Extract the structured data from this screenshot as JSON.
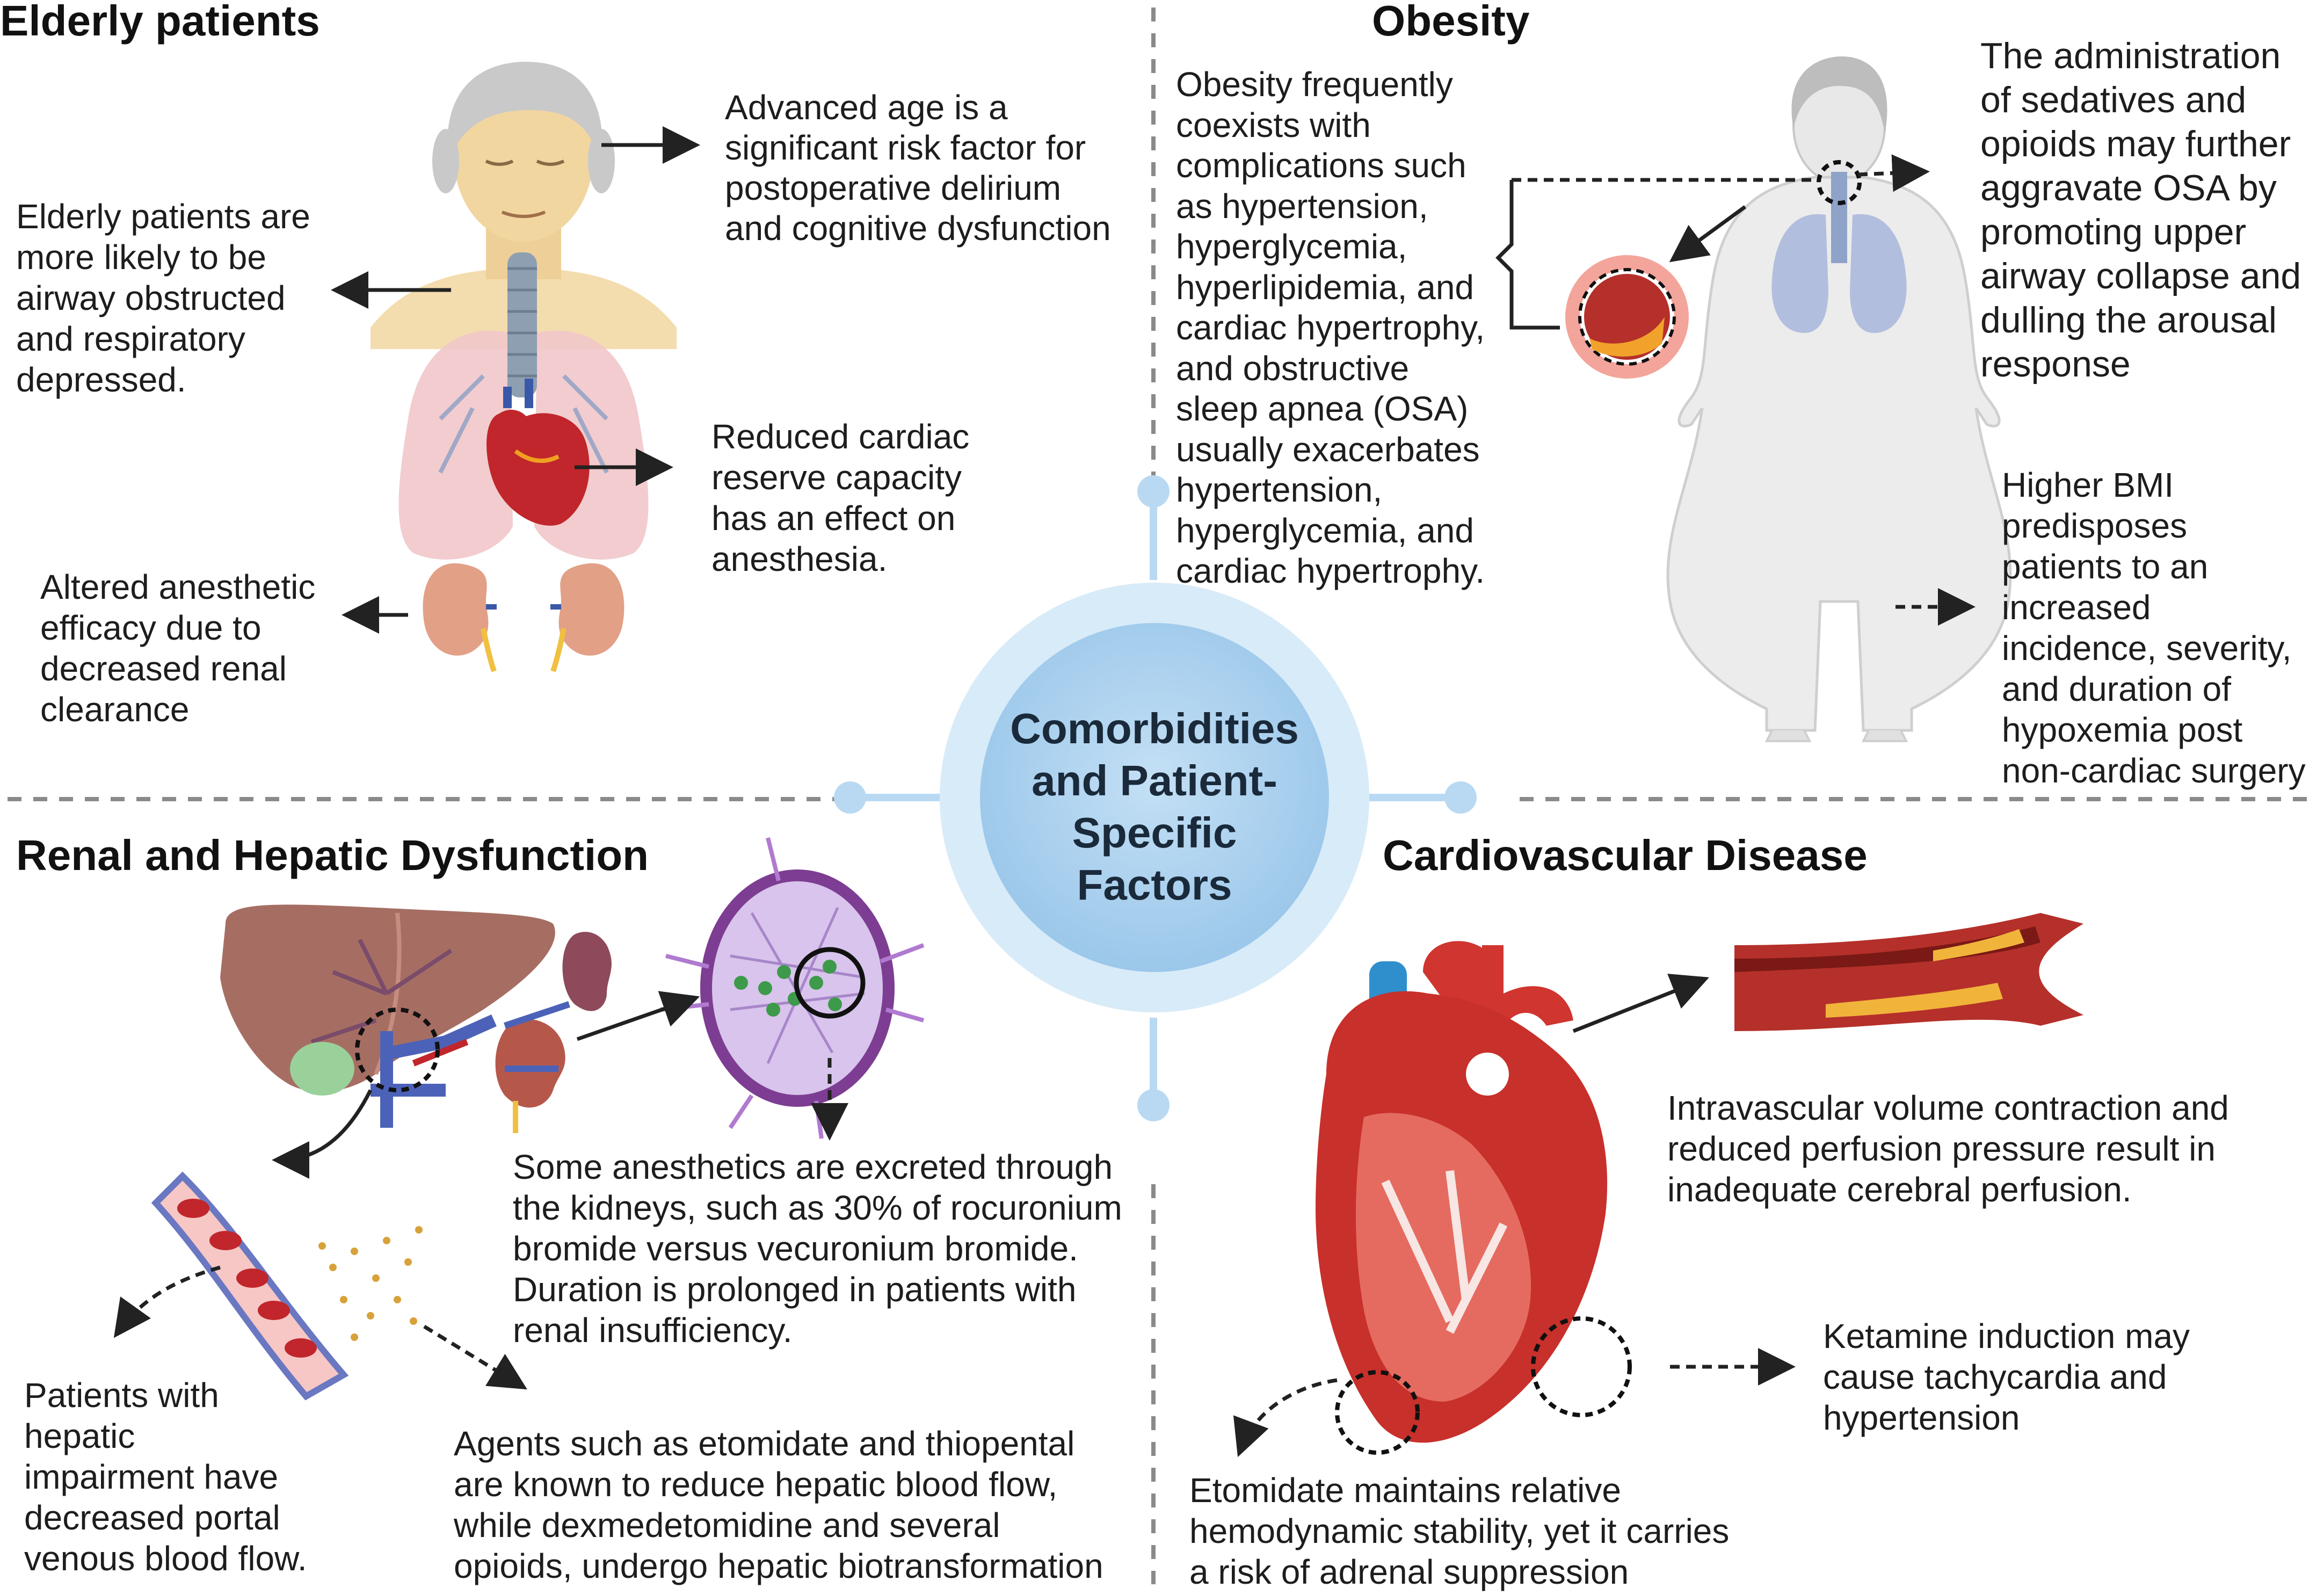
{
  "center": {
    "title": "Comorbidities\nand Patient-\nSpecific\nFactors"
  },
  "elderly": {
    "heading": "Elderly patients",
    "age_risk": "Advanced age is a\nsignificant risk factor for\npostoperative delirium\nand cognitive dysfunction",
    "airway": "Elderly patients are\nmore likely to be\nairway obstructed\nand respiratory\ndepressed.",
    "cardiac": "Reduced cardiac\nreserve capacity\nhas an effect on\nanesthesia.",
    "renal": "Altered anesthetic\nefficacy due to\ndecreased renal\nclearance"
  },
  "obesity": {
    "heading": "Obesity",
    "coexist": "Obesity frequently\ncoexists with\ncomplications such\nas hypertension,\nhyperglycemia,\nhyperlipidemia, and\ncardiac hypertrophy,\nand obstructive\nsleep apnea (OSA)\nusually exacerbates\nhypertension,\nhyperglycemia, and\ncardiac hypertrophy.",
    "sedatives": "The administration\nof sedatives and\nopioids may further\naggravate OSA by\npromoting upper\nairway collapse and\ndulling the arousal\nresponse",
    "bmi": "Higher BMI\npredisposes\npatients to an\nincreased\nincidence, severity,\nand duration of\nhypoxemia post\nnon-cardiac surgery"
  },
  "renal_hepatic": {
    "heading": "Renal and Hepatic Dysfunction",
    "kidneys": "Some anesthetics are excreted through\nthe kidneys, such as 30% of rocuronium\nbromide versus vecuronium bromide.\nDuration is prolonged in patients with\nrenal insufficiency.",
    "portal": "Patients with\nhepatic\nimpairment have\ndecreased portal\nvenous blood flow.",
    "agents": "Agents such as etomidate and thiopental\nare known to reduce hepatic blood flow,\nwhile dexmedetomidine and several\nopioids,  undergo hepatic biotransformation"
  },
  "cardiovascular": {
    "heading": "Cardiovascular Disease",
    "perfusion": "Intravascular volume contraction and\nreduced perfusion pressure result in\ninadequate cerebral perfusion.",
    "ketamine": "Ketamine induction may\ncause tachycardia and\nhypertension",
    "etomidate": "Etomidate maintains relative\nhemodynamic stability, yet it carries\na risk of adrenal suppression"
  },
  "colors": {
    "center_fill": "#a9d0ef",
    "center_ring": "#d8ebf8",
    "connector": "#b9d9f2",
    "divider": "#8a8a8a",
    "arrow": "#222222",
    "blood_red": "#c0262b",
    "skin": "#f3dcae",
    "liver": "#a66e63",
    "plaque": "#f1b43a"
  }
}
